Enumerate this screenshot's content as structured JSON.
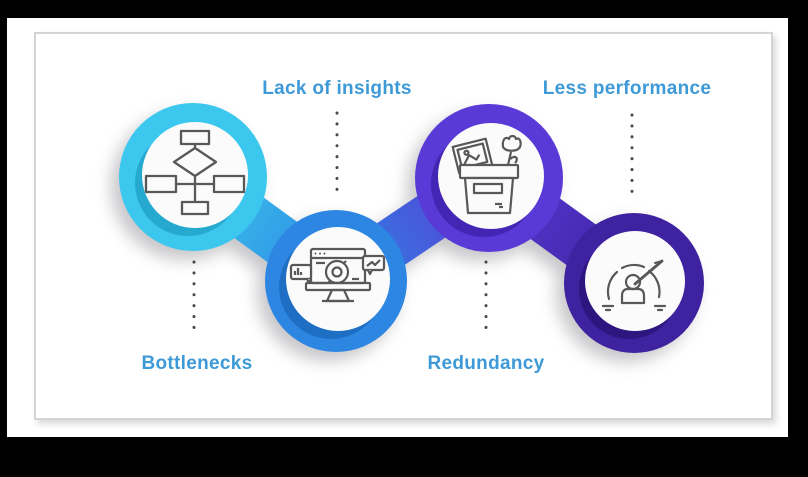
{
  "diagram": {
    "type": "process-infographic",
    "background": "#ffffff",
    "frame_background": "#000000",
    "card_border_color": "#d4d4d4",
    "label_color": "#3e9ad7",
    "dotted_connector_color": "#4a4a4a",
    "icon_stroke_color": "#585858",
    "nodes": [
      {
        "label": "Bottlenecks",
        "icon": "flowchart-icon",
        "ring_color": "#3cc7ee",
        "ring_shadow_color": "#26a9cf",
        "label_position": "below"
      },
      {
        "label": "Lack of insights",
        "icon": "analytics-monitor-icon",
        "ring_color": "#2d86e2",
        "ring_shadow_color": "#1e6fc4",
        "label_position": "above"
      },
      {
        "label": "Redundancy",
        "icon": "storage-box-icon",
        "ring_color": "#5a3ad7",
        "ring_shadow_color": "#4426b4",
        "label_position": "below"
      },
      {
        "label": "Less performance",
        "icon": "speedometer-icon",
        "ring_color": "#3e22a0",
        "ring_shadow_color": "#2e1680",
        "label_position": "above"
      }
    ]
  }
}
